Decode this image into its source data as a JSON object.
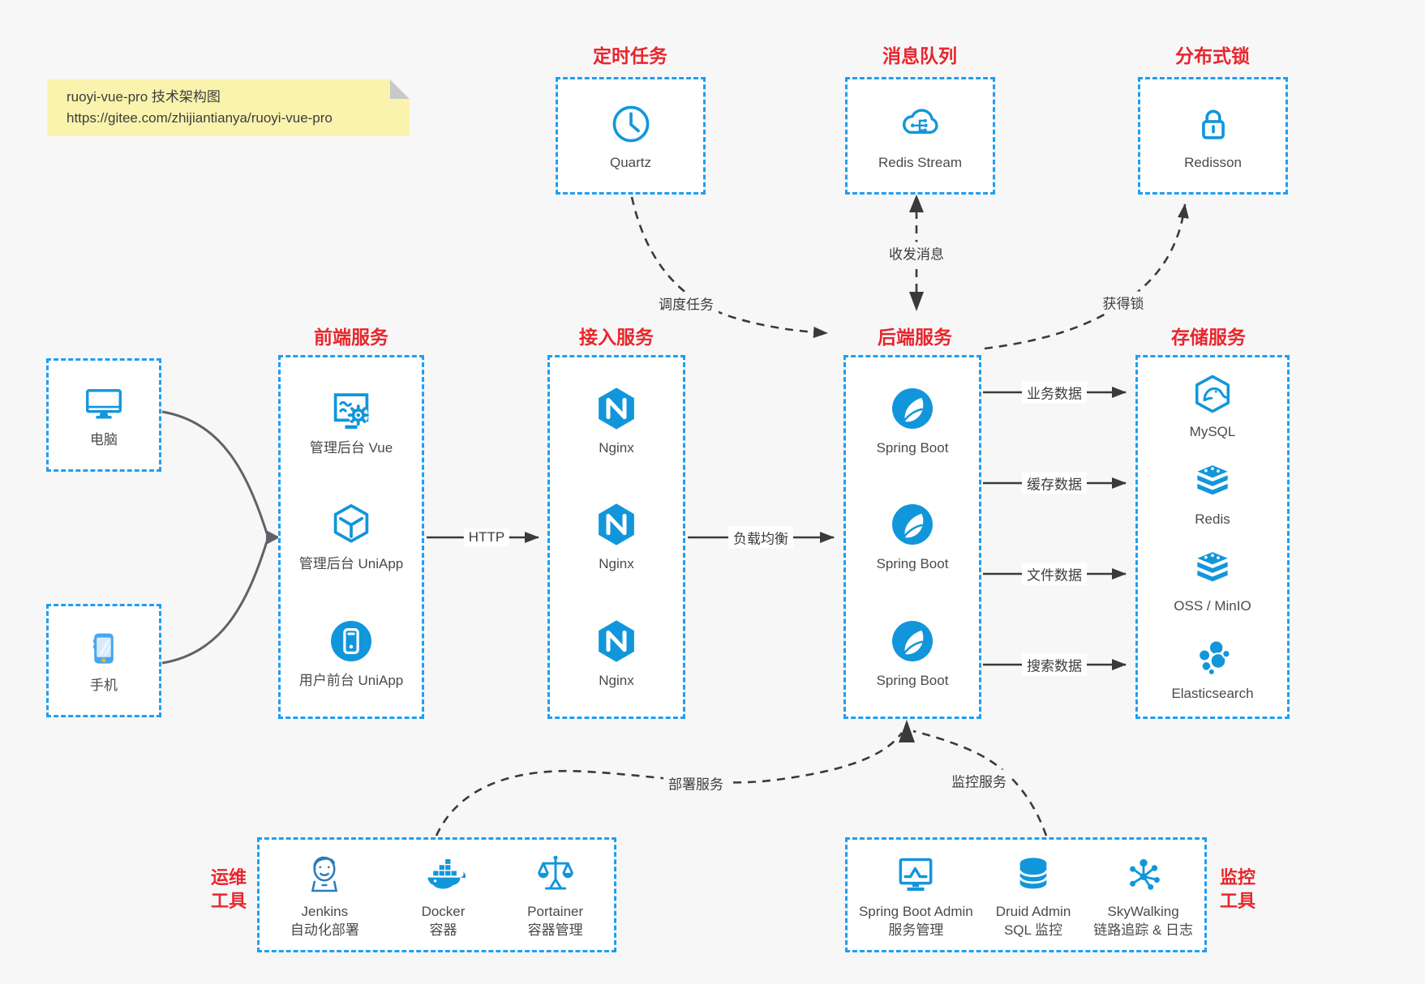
{
  "note": {
    "title": "ruoyi-vue-pro 技术架构图",
    "url": "https://gitee.com/zhijiantianya/ruoyi-vue-pro"
  },
  "top_groups": {
    "scheduler": {
      "title": "定时任务",
      "item": "Quartz"
    },
    "mq": {
      "title": "消息队列",
      "item": "Redis Stream"
    },
    "lock": {
      "title": "分布式锁",
      "item": "Redisson"
    }
  },
  "clients": {
    "computer": "电脑",
    "phone": "手机"
  },
  "columns": {
    "frontend": {
      "title": "前端服务",
      "items": [
        "管理后台 Vue",
        "管理后台 UniApp",
        "用户前台 UniApp"
      ]
    },
    "gateway": {
      "title": "接入服务",
      "items": [
        "Nginx",
        "Nginx",
        "Nginx"
      ]
    },
    "backend": {
      "title": "后端服务",
      "items": [
        "Spring Boot",
        "Spring Boot",
        "Spring Boot"
      ]
    },
    "storage": {
      "title": "存储服务",
      "items": [
        "MySQL",
        "Redis",
        "OSS / MinIO",
        "Elasticsearch"
      ]
    }
  },
  "bottom_groups": {
    "devops": {
      "label_line1": "运维",
      "label_line2": "工具",
      "items": [
        {
          "name": "Jenkins",
          "desc": "自动化部署"
        },
        {
          "name": "Docker",
          "desc": "容器"
        },
        {
          "name": "Portainer",
          "desc": "容器管理"
        }
      ]
    },
    "monitoring": {
      "label_line1": "监控",
      "label_line2": "工具",
      "items": [
        {
          "name": "Spring Boot Admin",
          "desc": "服务管理"
        },
        {
          "name": "Druid Admin",
          "desc": "SQL 监控"
        },
        {
          "name": "SkyWalking",
          "desc": "链路追踪 & 日志"
        }
      ]
    }
  },
  "edges": {
    "http": "HTTP",
    "load_balance": "负载均衡",
    "business_data": "业务数据",
    "cache_data": "缓存数据",
    "file_data": "文件数据",
    "search_data": "搜索数据",
    "schedule_task": "调度任务",
    "send_receive_message": "收发消息",
    "acquire_lock": "获得锁",
    "deploy_service": "部署服务",
    "monitor_service": "监控服务"
  },
  "colors": {
    "icon_blue": "#1296db",
    "border_blue": "#1e9ef4",
    "title_red": "#e8262d",
    "canvas_bg": "#f7f7f8",
    "note_bg": "#faf3ad",
    "line_dark": "#3a3a3a"
  }
}
